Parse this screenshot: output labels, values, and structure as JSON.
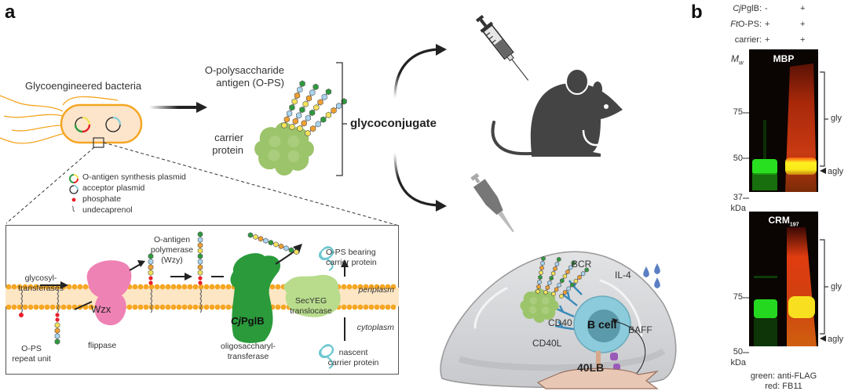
{
  "panel_a": {
    "letter": "a",
    "bacteria_label": "Glycoengineered bacteria",
    "ops_label_line1": "O-polysaccharide",
    "ops_label_line2": "antigen (O-PS)",
    "carrier_label_line1": "carrier",
    "carrier_label_line2": "protein",
    "glycoconjugate_label": "glycoconjugate",
    "legend": [
      {
        "icon": "multicolor-plasmid",
        "label": "O-antigen synthesis plasmid"
      },
      {
        "icon": "acceptor-plasmid",
        "label": "acceptor plasmid"
      },
      {
        "icon": "phosphate-dot",
        "label": "phosphate"
      },
      {
        "icon": "undecaprenol-squiggle",
        "label": "undecaprenol"
      }
    ],
    "inset": {
      "glycosyl_line1": "glycosyl-",
      "glycosyl_line2": "transferases",
      "ops_repeat_line1": "O-PS",
      "ops_repeat_line2": "repeat unit",
      "wzx": "Wzx",
      "flippase": "flippase",
      "polymerase_line1": "O-antigen",
      "polymerase_line2": "polymerase",
      "polymerase_line3": "(Wzy)",
      "pglb_prefix": "Cj",
      "pglb_suffix": "PglB",
      "ost_line1": "oligosaccharyl-",
      "ost_line2": "transferase",
      "secyeg_line1": "SecYEG",
      "secyeg_line2": "translocase",
      "ops_bearing_line1": "O-PS bearing",
      "ops_bearing_line2": "carrier protein",
      "nascent_line1": "nascent",
      "nascent_line2": "carrier protein",
      "periplasm": "periplasm",
      "cytoplasm": "cytoplasm"
    },
    "organoid": {
      "bcr": "BCR",
      "il4": "IL-4",
      "bcell": "B cell",
      "cd40": "CD40",
      "cd40l": "CD40L",
      "baff": "BAFF",
      "cell_40lb": "40LB"
    },
    "colors": {
      "sugar_green": "#2e9a3e",
      "sugar_blue": "#a8d4ef",
      "sugar_orange": "#f0a030",
      "sugar_yellow": "#f3e25a",
      "phosphate_red": "#e8202a",
      "membrane_orange": "#f5a623",
      "flippase_pink": "#ef82b4",
      "pglb_green": "#2a9a3a",
      "secyeg_green": "#b8dc8c",
      "carrier_green": "#9cc46a",
      "bcell_blue": "#8ccbdc",
      "mouse_gray": "#444444"
    }
  },
  "panel_b": {
    "letter": "b",
    "conditions": [
      {
        "prefix": "Cj",
        "name": "PglB:",
        "lane1": "-",
        "lane2": "+"
      },
      {
        "prefix": "Ft",
        "name": "O-PS:",
        "lane1": "+",
        "lane2": "+"
      },
      {
        "prefix": "",
        "name": "carrier:",
        "lane1": "+",
        "lane2": "+"
      }
    ],
    "mw_label": "M",
    "mw_sub": "w",
    "blots": [
      {
        "title": "MBP",
        "title_sub": "",
        "markers": [
          "75",
          "50",
          "37"
        ],
        "unit": "kDa",
        "bracket_label": "gly",
        "arrow_label": "agly"
      },
      {
        "title": "CRM",
        "title_sub": "197",
        "markers": [
          "75",
          "50"
        ],
        "unit": "kDa",
        "bracket_label": "gly",
        "arrow_label": "agly"
      }
    ],
    "legend_line1": "green: anti-FLAG",
    "legend_line2": "red: FB11"
  }
}
